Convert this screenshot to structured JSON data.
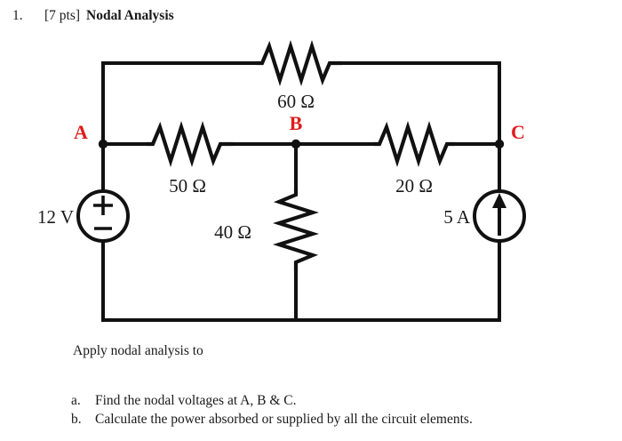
{
  "question": {
    "number": "1.",
    "points": "[7 pts]",
    "title": "Nodal Analysis"
  },
  "circuit": {
    "nodes": [
      {
        "id": "A",
        "label": "A",
        "color": "#e01b1b"
      },
      {
        "id": "B",
        "label": "B",
        "color": "#e01b1b"
      },
      {
        "id": "C",
        "label": "C",
        "color": "#e01b1b"
      }
    ],
    "components": [
      {
        "id": "r60",
        "kind": "resistor",
        "label": "60 Ω",
        "value": 60,
        "unit": "Ω",
        "orientation": "horizontal",
        "between": [
          "A",
          "C"
        ]
      },
      {
        "id": "r50",
        "kind": "resistor",
        "label": "50 Ω",
        "value": 50,
        "unit": "Ω",
        "orientation": "horizontal",
        "between": [
          "A",
          "B"
        ]
      },
      {
        "id": "r20",
        "kind": "resistor",
        "label": "20 Ω",
        "value": 20,
        "unit": "Ω",
        "orientation": "horizontal",
        "between": [
          "B",
          "C"
        ]
      },
      {
        "id": "r40",
        "kind": "resistor",
        "label": "40 Ω",
        "value": 40,
        "unit": "Ω",
        "orientation": "vertical",
        "between": [
          "B",
          "ground"
        ]
      },
      {
        "id": "vs12",
        "kind": "voltage-source",
        "label": "12 V",
        "value": 12,
        "unit": "V",
        "plus": "+",
        "minus": "−",
        "polarity": "plus-top",
        "between": [
          "A",
          "ground"
        ]
      },
      {
        "id": "is5",
        "kind": "current-source",
        "label": "5 A",
        "value": 5,
        "unit": "A",
        "direction": "up",
        "between": [
          "ground",
          "C"
        ]
      }
    ]
  },
  "prompt": {
    "intro": "Apply nodal analysis to",
    "tasks": [
      {
        "marker": "a.",
        "text": "Find the nodal voltages at A, B & C."
      },
      {
        "marker": "b.",
        "text": "Calculate the power absorbed or supplied by all the circuit elements."
      }
    ]
  }
}
